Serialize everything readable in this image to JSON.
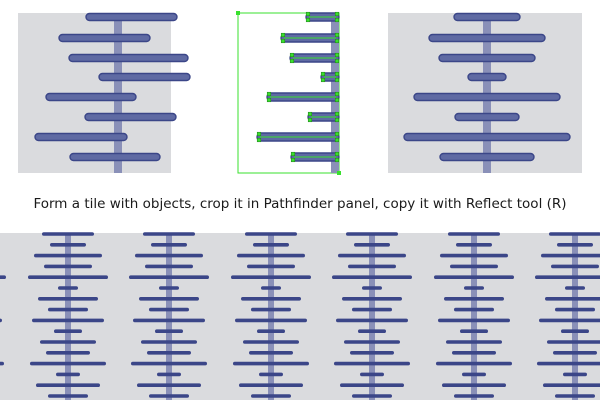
{
  "caption": "Form a tile with objects, crop it in Pathfinder panel, copy it with Reflect tool (R)",
  "colors": {
    "background": "#ffffff",
    "tile_background": "#dadbde",
    "bar_fill": "#5f6aa3",
    "bar_stroke": "#3b4688",
    "spine": "#8a90b8",
    "selection": "#39e02e",
    "selection_dark": "#1f7a18"
  },
  "steps": [
    {
      "name": "original-tile"
    },
    {
      "name": "selected-tile"
    },
    {
      "name": "cropped-tile"
    }
  ],
  "pattern": {
    "name": "repeated-pattern",
    "columns": 6
  }
}
